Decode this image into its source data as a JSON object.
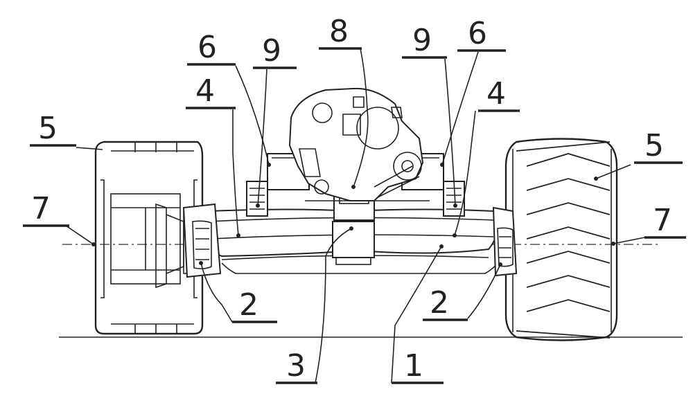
{
  "diagram": {
    "labels": [
      {
        "id": "1",
        "text": "1"
      },
      {
        "id": "2-left",
        "text": "2"
      },
      {
        "id": "2-right",
        "text": "2"
      },
      {
        "id": "3",
        "text": "3"
      },
      {
        "id": "4-left",
        "text": "4"
      },
      {
        "id": "4-right",
        "text": "4"
      },
      {
        "id": "5-left",
        "text": "5"
      },
      {
        "id": "5-right",
        "text": "5"
      },
      {
        "id": "6-left",
        "text": "6"
      },
      {
        "id": "6-right",
        "text": "6"
      },
      {
        "id": "7-left",
        "text": "7"
      },
      {
        "id": "7-right",
        "text": "7"
      },
      {
        "id": "8",
        "text": "8"
      },
      {
        "id": "9-left",
        "text": "9"
      },
      {
        "id": "9-right",
        "text": "9"
      }
    ]
  }
}
